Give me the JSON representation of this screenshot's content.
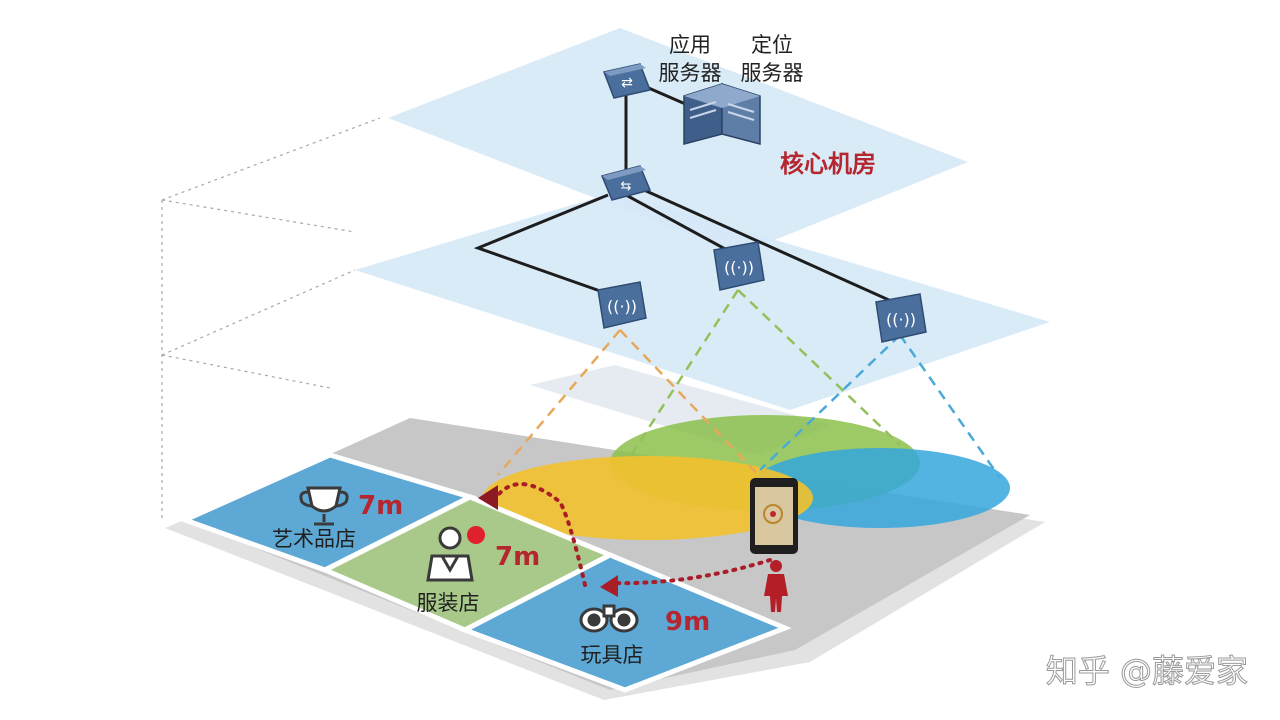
{
  "servers": {
    "app_line1": "应用",
    "app_line2": "服务器",
    "loc_line1": "定位",
    "loc_line2": "服务器"
  },
  "core_room_label": "核心机房",
  "stores": [
    {
      "name": "艺术品店",
      "distance": "7m"
    },
    {
      "name": "服装店",
      "distance": "7m"
    },
    {
      "name": "玩具店",
      "distance": "9m"
    }
  ],
  "watermark": "知乎 @藤爱家",
  "colors": {
    "layer_fill": "#d6e9f7",
    "floor_grey": "#c7c7c7",
    "store_blue": "#5da8d4",
    "store_green": "#a9c98a",
    "coverage_yellow": "#f2c12e",
    "coverage_green": "#8cc04b",
    "coverage_blue": "#35a7dd",
    "accent_red": "#c0262c",
    "core_label_red": "#b5262e"
  },
  "icons": [
    "router-icon",
    "switch-icon",
    "server-icon",
    "access-point-icon",
    "trophy-icon",
    "clothing-icon",
    "binoculars-icon",
    "phone-icon",
    "person-icon"
  ]
}
